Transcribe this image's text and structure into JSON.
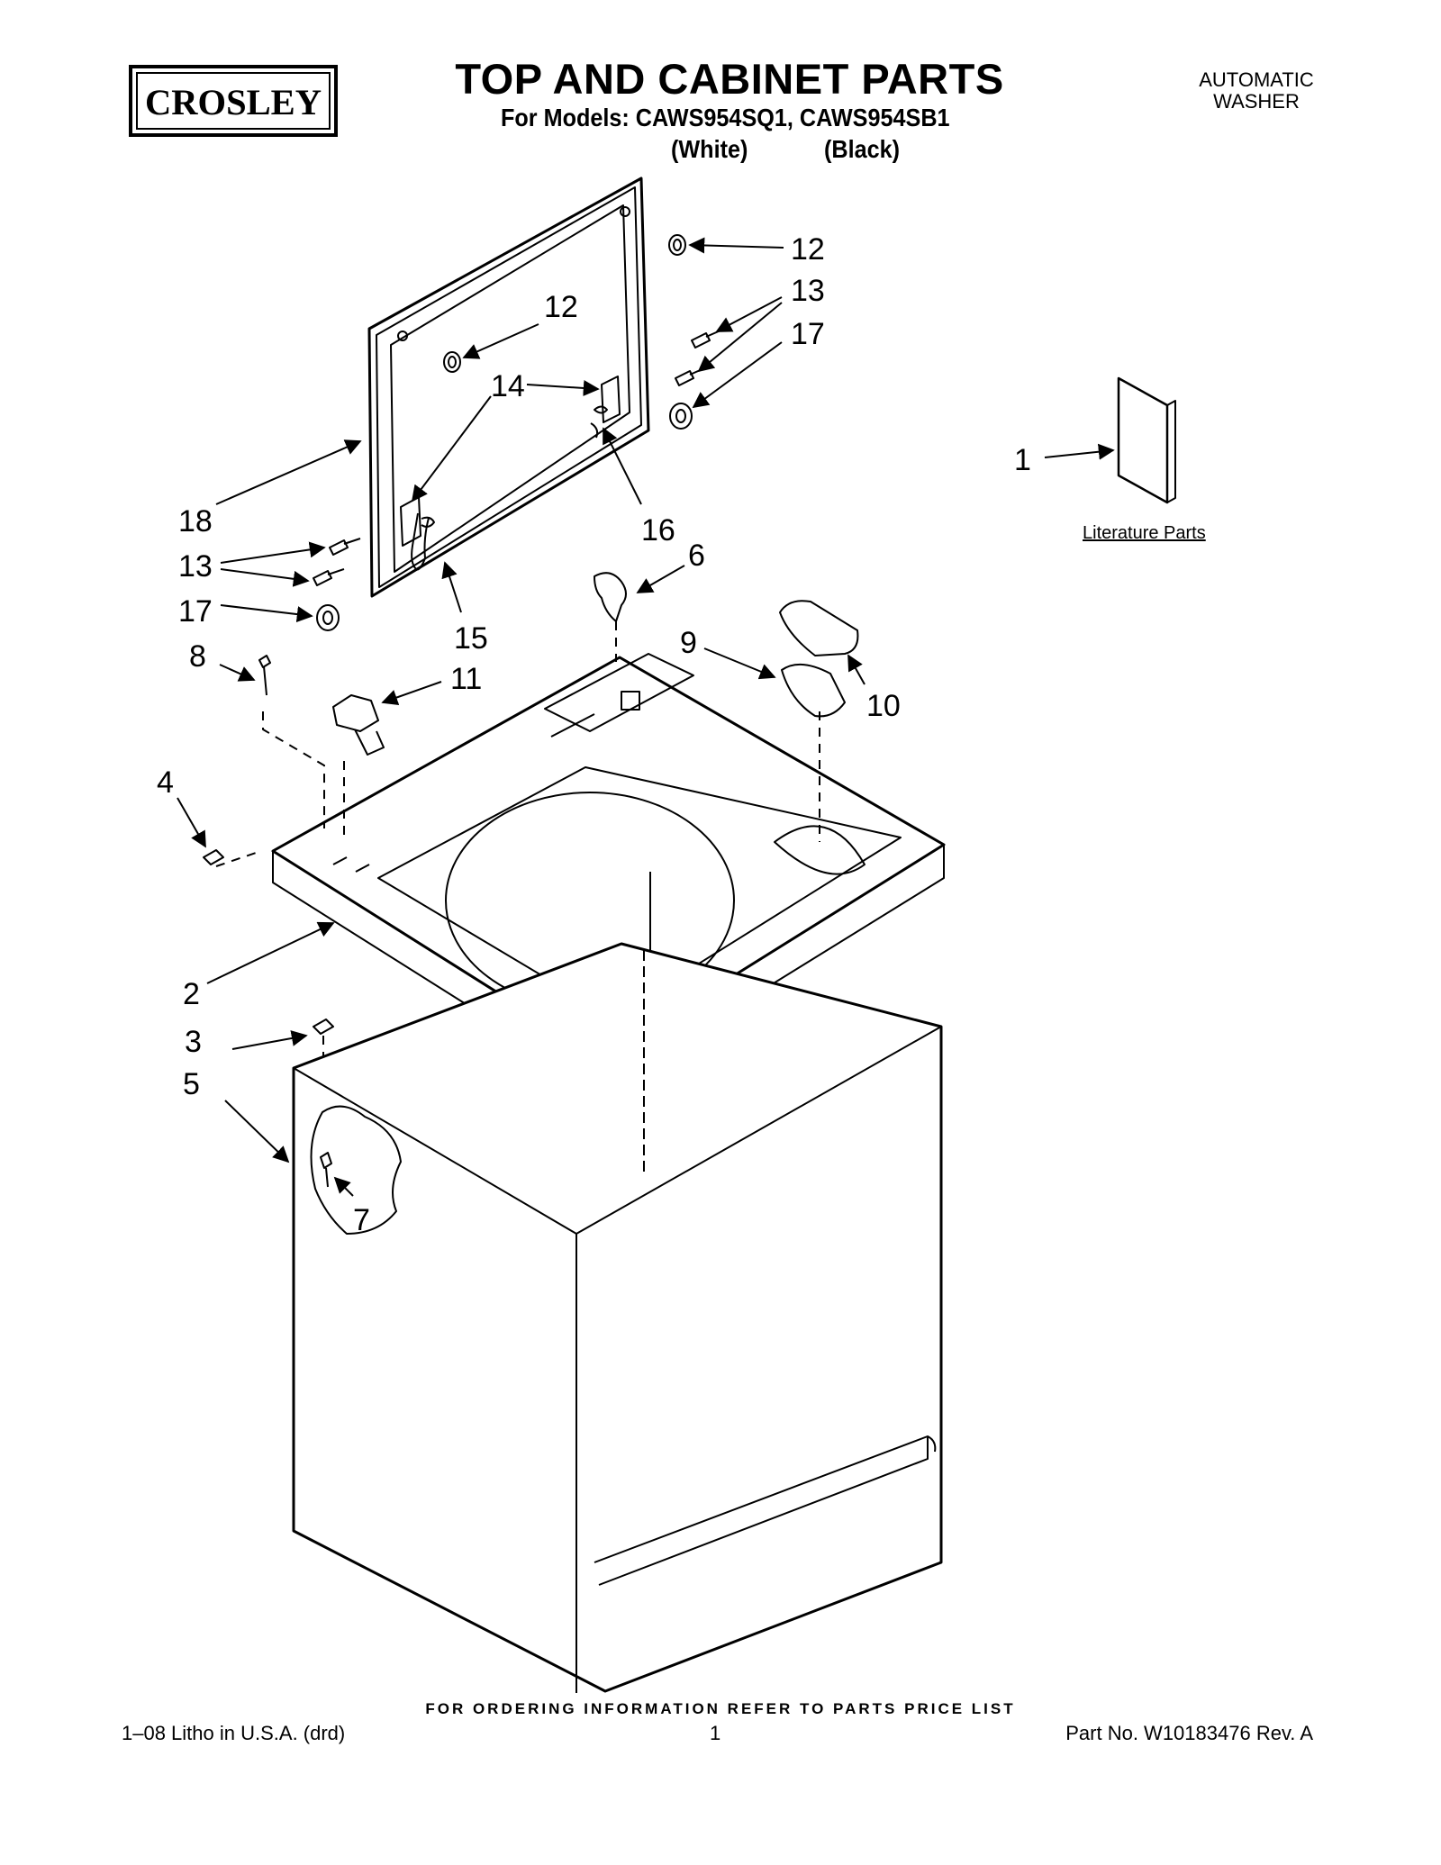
{
  "header": {
    "brand": "CROSLEY",
    "title": "TOP AND CABINET PARTS",
    "models_line": "For Models: CAWS954SQ1, CAWS954SB1",
    "variant_white": "(White)",
    "variant_black": "(Black)",
    "appliance_line1": "AUTOMATIC",
    "appliance_line2": "WASHER"
  },
  "callouts": {
    "c1": "1",
    "c2": "2",
    "c3": "3",
    "c4": "4",
    "c5": "5",
    "c6": "6",
    "c7": "7",
    "c8": "8",
    "c9": "9",
    "c10": "10",
    "c11": "11",
    "c12a": "12",
    "c12b": "12",
    "c13a": "13",
    "c13b": "13",
    "c14": "14",
    "c15": "15",
    "c16": "16",
    "c17a": "17",
    "c17b": "17",
    "c18": "18"
  },
  "literature_label": "Literature Parts",
  "footer": {
    "ordering_note": "FOR ORDERING INFORMATION REFER TO PARTS PRICE LIST",
    "litho": "1–08 Litho in U.S.A. (drd)",
    "page": "1",
    "part_no": "Part No. W10183476 Rev. A"
  }
}
